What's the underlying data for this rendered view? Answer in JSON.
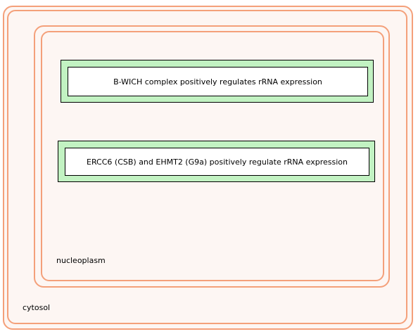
{
  "compartments": {
    "cytosol": {
      "label": "cytosol"
    },
    "nucleoplasm": {
      "label": "nucleoplasm"
    }
  },
  "pathways": [
    {
      "label": "B-WICH complex positively regulates rRNA expression"
    },
    {
      "label": "ERCC6 (CSB) and EHMT2 (G9a) positively regulate rRNA expression"
    }
  ],
  "colors": {
    "compartment_border": "#f4a07a",
    "compartment_fill": "#fdf6f3",
    "pathway_fill": "#c2f2c2"
  }
}
